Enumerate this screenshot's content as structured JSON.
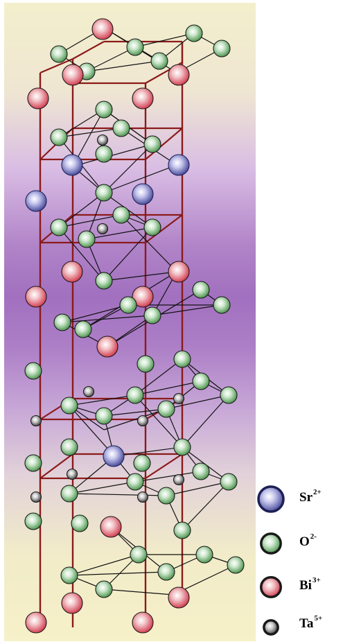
{
  "legend": [
    {
      "ion": "Sr",
      "charge": "2+",
      "color": "#4b4f9e"
    },
    {
      "ion": "O",
      "charge": "2-",
      "color": "#5c9e5c"
    },
    {
      "ion": "Bi",
      "charge": "3+",
      "color": "#d9495b"
    },
    {
      "ion": "Ta",
      "charge": "5+",
      "color": "#555555"
    }
  ],
  "colors": {
    "bond_line": "#111111",
    "unit_cell_edge": "#8b1a1a",
    "background_top": "#f3efcc",
    "background_mid": "#a170bf"
  }
}
